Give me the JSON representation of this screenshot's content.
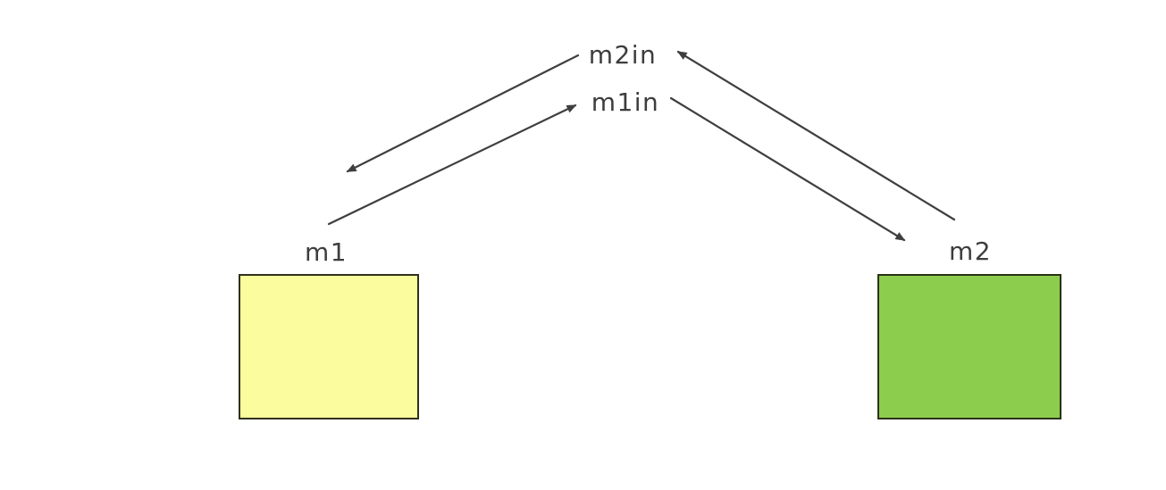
{
  "diagram": {
    "labels": {
      "m2in": "m2in",
      "m1in": "m1in",
      "m1": "m1",
      "m2": "m2"
    },
    "boxes": {
      "m1": {
        "fill": "#fafc9d",
        "border": "#30301c"
      },
      "m2": {
        "fill": "#8ccd4d",
        "border": "#2c3116"
      }
    },
    "colors": {
      "line": "#3f3f3f",
      "text": "#3d3d3d",
      "background": "#ffffff"
    },
    "edges": [
      {
        "from": "m1",
        "to": "m1in"
      },
      {
        "from": "m2in",
        "to": "m1"
      },
      {
        "from": "m2",
        "to": "m2in"
      },
      {
        "from": "m1in",
        "to": "m2"
      }
    ]
  }
}
